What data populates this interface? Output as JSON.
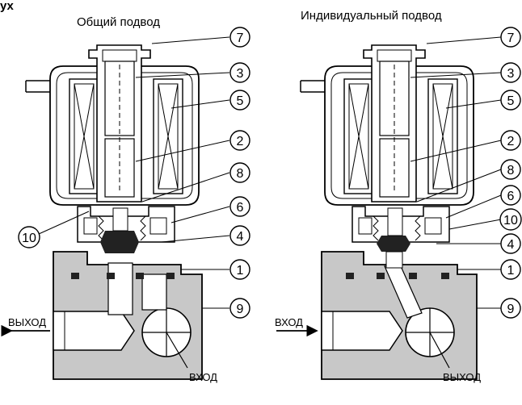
{
  "corner_text": "ух",
  "left": {
    "title": "Общий подвод",
    "outlet_label": "ВЫХОД",
    "inlet_label": "ВХОД",
    "callouts": [
      "7",
      "3",
      "5",
      "2",
      "8",
      "6",
      "4",
      "10",
      "1",
      "9"
    ]
  },
  "right": {
    "title": "Индивидуальный подвод",
    "inlet_label": "ВХОД",
    "outlet_label": "ВЫХОД",
    "callouts": [
      "7",
      "3",
      "5",
      "2",
      "8",
      "6",
      "10",
      "4",
      "1",
      "9"
    ]
  },
  "colors": {
    "body_fill": "#c8c8c8",
    "seal_fill": "#222222",
    "line": "#000000",
    "background": "#ffffff"
  }
}
